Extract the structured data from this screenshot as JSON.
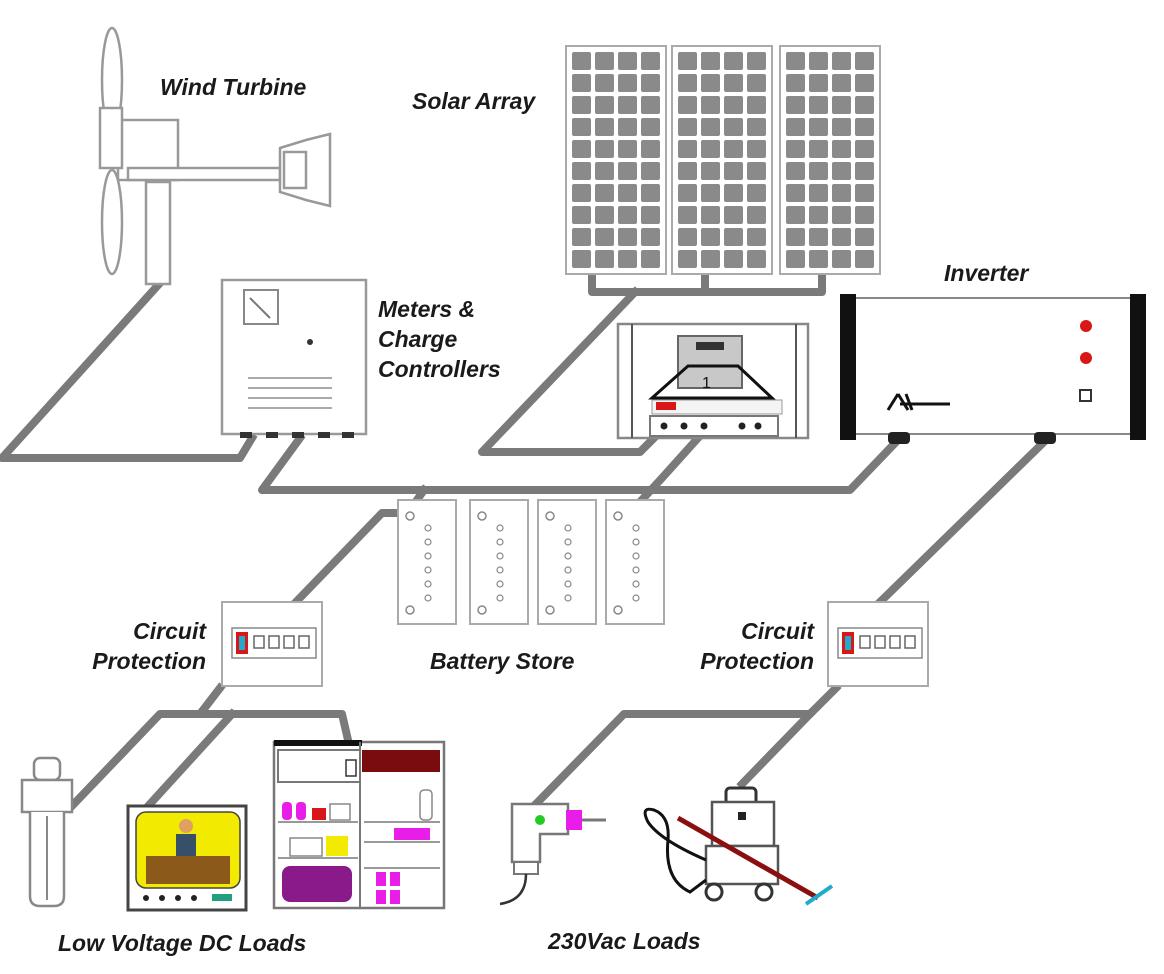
{
  "labels": {
    "wind_turbine": "Wind Turbine",
    "solar_array": "Solar Array",
    "inverter": "Inverter",
    "meters_line1": "Meters &",
    "meters_line2": "Charge",
    "meters_line3": "Controllers",
    "circuit_left_line1": "Circuit",
    "circuit_left_line2": "Protection",
    "circuit_right_line1": "Circuit",
    "circuit_right_line2": "Protection",
    "battery_store": "Battery Store",
    "dc_loads": "Low Voltage DC Loads",
    "ac_loads": "230Vac Loads"
  },
  "colors": {
    "cable": "#7a7a7a",
    "outline": "#999999",
    "panel_cell": "#8a8a8a",
    "indicator_red": "#d81818",
    "tv_screen": "#f2ea00",
    "fridge_top": "#7a0c10",
    "fridge_item_purple": "#8a1a8a",
    "fridge_item_magenta": "#e81ee8",
    "drill_tip": "#e81ee8",
    "vacuum_hose": "#8a1010",
    "breaker_accent": "#d81818"
  }
}
